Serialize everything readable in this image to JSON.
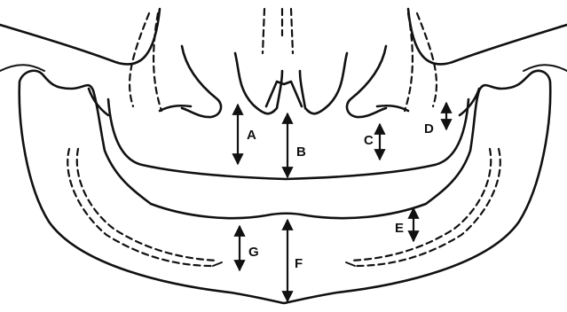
{
  "labels": {
    "a": "A",
    "b": "B",
    "c": "C",
    "d": "D",
    "e": "E",
    "f": "F",
    "g": "G"
  }
}
